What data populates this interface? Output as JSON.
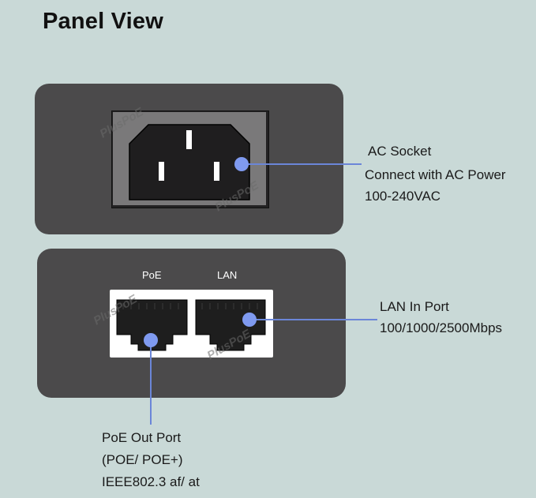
{
  "title": "Panel View",
  "ports": {
    "poe_label": "PoE",
    "lan_label": "LAN"
  },
  "callouts": {
    "ac": {
      "line1": "AC Socket",
      "line2": "Connect with AC Power",
      "line3": "100-240VAC"
    },
    "lan": {
      "line1": "LAN In Port",
      "line2": "100/1000/2500Mbps"
    },
    "poe": {
      "line1": "PoE Out Port",
      "line2": "(POE/ POE+)",
      "line3": "IEEE802.3 af/ at"
    }
  },
  "watermark": "PlusPoE",
  "colors": {
    "background": "#c9d9d7",
    "panel": "#4b4a4b",
    "callout_line": "#6b86d8",
    "callout_dot": "#7f9af0"
  }
}
